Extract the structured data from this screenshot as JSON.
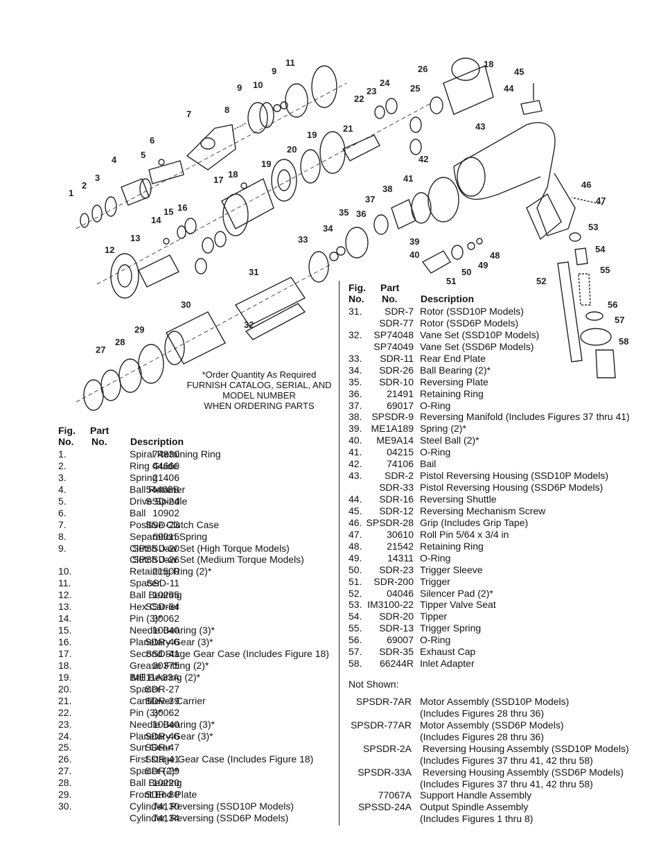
{
  "note": {
    "lines": [
      "*Order Quantity As Required",
      "FURNISH CATALOG, SERIAL, AND",
      "MODEL NUMBER",
      "WHEN ORDERING PARTS"
    ]
  },
  "headers": {
    "fig": "Fig.",
    "no": "No.",
    "part": "Part",
    "part_no": "No.",
    "description": "Description"
  },
  "left_parts": [
    {
      "fig": "1.",
      "part": "74830",
      "desc": "Spiral Retaining Ring"
    },
    {
      "fig": "2.",
      "part": "44660",
      "desc": "Ring Guide"
    },
    {
      "fig": "3.",
      "part": "21406",
      "desc": "Spring"
    },
    {
      "fig": "4.",
      "part": "54468B",
      "desc": "Ball Retainer"
    },
    {
      "fig": "5.",
      "part": "SSD-24",
      "desc": "Drive Spindle"
    },
    {
      "fig": "6.",
      "part": "10902",
      "desc": "Ball"
    },
    {
      "fig": "7.",
      "part": "SSD-23",
      "desc": "Positive Clutch Case"
    },
    {
      "fig": "8.",
      "part": "69015",
      "desc": "Separation Spring"
    },
    {
      "fig": "9.",
      "part": "SPSSD-20",
      "desc": "Clutch Jaw Set (High Torque Models)"
    },
    {
      "fig": "",
      "part": "SPSSD-26",
      "desc": "Clutch Jaw Set (Medium Torque Models)"
    },
    {
      "fig": "10.",
      "part": "21500",
      "desc": "Retaining Ring (2)*"
    },
    {
      "fig": "11.",
      "part": "SSD-11",
      "desc": "Spacer"
    },
    {
      "fig": "12.",
      "part": "10265",
      "desc": "Ball Bearing"
    },
    {
      "fig": "13.",
      "part": "SSD-64",
      "desc": "Hex Carrier"
    },
    {
      "fig": "14.",
      "part": "30062",
      "desc": "Pin (3)*"
    },
    {
      "fig": "15.",
      "part": "10040",
      "desc": "Needle Bearing (3)*"
    },
    {
      "fig": "16.",
      "part": "SDR-46",
      "desc": "Planetary Gear (3)*"
    },
    {
      "fig": "17.",
      "part": "SSD-41",
      "desc": "Second Stage Gear Case (Includes Figure 18)"
    },
    {
      "fig": "18.",
      "part": "30375",
      "desc": "Grease Fitting (2)*"
    },
    {
      "fig": "19.",
      "part": "ME11A33A",
      "desc": "Ball Bearing (2)*"
    },
    {
      "fig": "20.",
      "part": "SDR-27",
      "desc": "Spacer"
    },
    {
      "fig": "21.",
      "part": "SDR-39",
      "desc": "Cantilever Carrier"
    },
    {
      "fig": "22.",
      "part": "30062",
      "desc": "Pin (3)*"
    },
    {
      "fig": "23.",
      "part": "10040",
      "desc": "Needle Bearing (3)*"
    },
    {
      "fig": "24.",
      "part": "SDR-46",
      "desc": "Planetary Gear (3)*"
    },
    {
      "fig": "25.",
      "part": "SDR-47",
      "desc": "Sun Gear"
    },
    {
      "fig": "26.",
      "part": "SDR-41",
      "desc": "First stage Gear Case (Includes Figure 18)"
    },
    {
      "fig": "27.",
      "part": "SDR-29",
      "desc": "Spacer (2)*"
    },
    {
      "fig": "28.",
      "part": "10220",
      "desc": "Ball Bearing"
    },
    {
      "fig": "29.",
      "part": "SDR-80",
      "desc": "Front End Plate"
    },
    {
      "fig": "30.",
      "part": "74130",
      "desc": "Cylinder, Reversing (SSD10P Models)"
    },
    {
      "fig": "",
      "part": "74134",
      "desc": "Cylinder, Reversing (SSD6P Models)"
    }
  ],
  "right_parts": [
    {
      "fig": "31.",
      "part": "SDR-7",
      "desc": "Rotor (SSD10P Models)"
    },
    {
      "fig": "",
      "part": "SDR-77",
      "desc": "Rotor (SSD6P Models)"
    },
    {
      "fig": "32.",
      "part": "SP74048",
      "desc": "Vane Set (SSD10P Models)"
    },
    {
      "fig": "",
      "part": "SP74049",
      "desc": "Vane Set (SSD6P Models)"
    },
    {
      "fig": "33.",
      "part": "SDR-11",
      "desc": "Rear End Plate"
    },
    {
      "fig": "34.",
      "part": "SDR-26",
      "desc": "Ball Bearing (2)*"
    },
    {
      "fig": "35.",
      "part": "SDR-10",
      "desc": "Reversing Plate"
    },
    {
      "fig": "36.",
      "part": "21491",
      "desc": "Retaining Ring"
    },
    {
      "fig": "37.",
      "part": "69017",
      "desc": "O-Ring"
    },
    {
      "fig": "38.",
      "part": "SPSDR-9",
      "desc": "Reversing Manifold (Includes Figures 37 thru 41)"
    },
    {
      "fig": "39.",
      "part": "ME1A189",
      "desc": "Spring (2)*"
    },
    {
      "fig": "40.",
      "part": "ME9A14",
      "desc": "Steel Ball (2)*"
    },
    {
      "fig": "41.",
      "part": "04215",
      "desc": "O-Ring"
    },
    {
      "fig": "42.",
      "part": "74106",
      "desc": "Bail"
    },
    {
      "fig": "43.",
      "part": "SDR-2",
      "desc": "Pistol Reversing Housing (SSD10P Models)"
    },
    {
      "fig": "",
      "part": "SDR-33",
      "desc": "Pistol Reversing Housing (SSD6P Models)"
    },
    {
      "fig": "44.",
      "part": "SDR-16",
      "desc": "Reversing Shuttle"
    },
    {
      "fig": "45.",
      "part": "SDR-12",
      "desc": "Reversing Mechanism Screw"
    },
    {
      "fig": "46.",
      "part": "SPSDR-28",
      "desc": "Grip (Includes Grip Tape)"
    },
    {
      "fig": "47.",
      "part": "30610",
      "desc": "Roll Pin 5/64 x 3/4 in"
    },
    {
      "fig": "48.",
      "part": "21542",
      "desc": "Retaining Ring"
    },
    {
      "fig": "49.",
      "part": "14311",
      "desc": "O-Ring"
    },
    {
      "fig": "50.",
      "part": "SDR-23",
      "desc": "Trigger Sleeve"
    },
    {
      "fig": "51.",
      "part": "SDR-200",
      "desc": "Trigger"
    },
    {
      "fig": "52.",
      "part": "04046",
      "desc": "Silencer Pad (2)*"
    },
    {
      "fig": "53.",
      "part": "IM3100-22",
      "desc": "Tipper Valve Seat"
    },
    {
      "fig": "54.",
      "part": "SDR-20",
      "desc": "Tipper"
    },
    {
      "fig": "55.",
      "part": "SDR-13",
      "desc": "Trigger Spring"
    },
    {
      "fig": "56.",
      "part": "69007",
      "desc": "O-Ring"
    },
    {
      "fig": "57.",
      "part": "SDR-35",
      "desc": "Exhaust Cap"
    },
    {
      "fig": "58.",
      "part": "66244R",
      "desc": "Inlet Adapter"
    }
  ],
  "not_shown": {
    "title": "Not Shown:",
    "items": [
      {
        "part": "SPSDR-7AR",
        "desc": "Motor Assembly (SSD10P Models)",
        "desc2": "(Includes Figures 28 thru 36)"
      },
      {
        "part": "SPSDR-77AR",
        "desc": "Motor Assembly (SSD6P Models)",
        "desc2": "(Includes Figures 28 thru 36)"
      },
      {
        "part": "SPSDR-2A",
        "desc": " Reversing Housing Assembly (SSD10P Models)",
        "desc2": "(Includes Figures 37 thru 41, 42 thru 58)"
      },
      {
        "part": "SPSDR-33A",
        "desc": " Reversing Housing Assembly (SSD6P Models)",
        "desc2": "(Includes Figures 37 thru 41, 42 thru 58)"
      },
      {
        "part": "77067A",
        "desc": "Support Handle Assembly",
        "desc2": ""
      },
      {
        "part": "SPSSD-24A",
        "desc": "Output Spindle Assembly",
        "desc2": "(Includes Figures 1 thru 8)"
      }
    ]
  },
  "callouts": [
    "1",
    "2",
    "3",
    "4",
    "5",
    "6",
    "7",
    "8",
    "9",
    "9",
    "10",
    "11",
    "12",
    "13",
    "14",
    "15",
    "16",
    "17",
    "18",
    "19",
    "19",
    "20",
    "21",
    "22",
    "23",
    "24",
    "25",
    "26",
    "18",
    "27",
    "28",
    "29",
    "30",
    "31",
    "32",
    "33",
    "34",
    "35",
    "36",
    "37",
    "38",
    "39",
    "40",
    "41",
    "42",
    "43",
    "44",
    "45",
    "46",
    "47",
    "48",
    "49",
    "50",
    "51",
    "52",
    "53",
    "54",
    "55",
    "56",
    "57",
    "58"
  ]
}
